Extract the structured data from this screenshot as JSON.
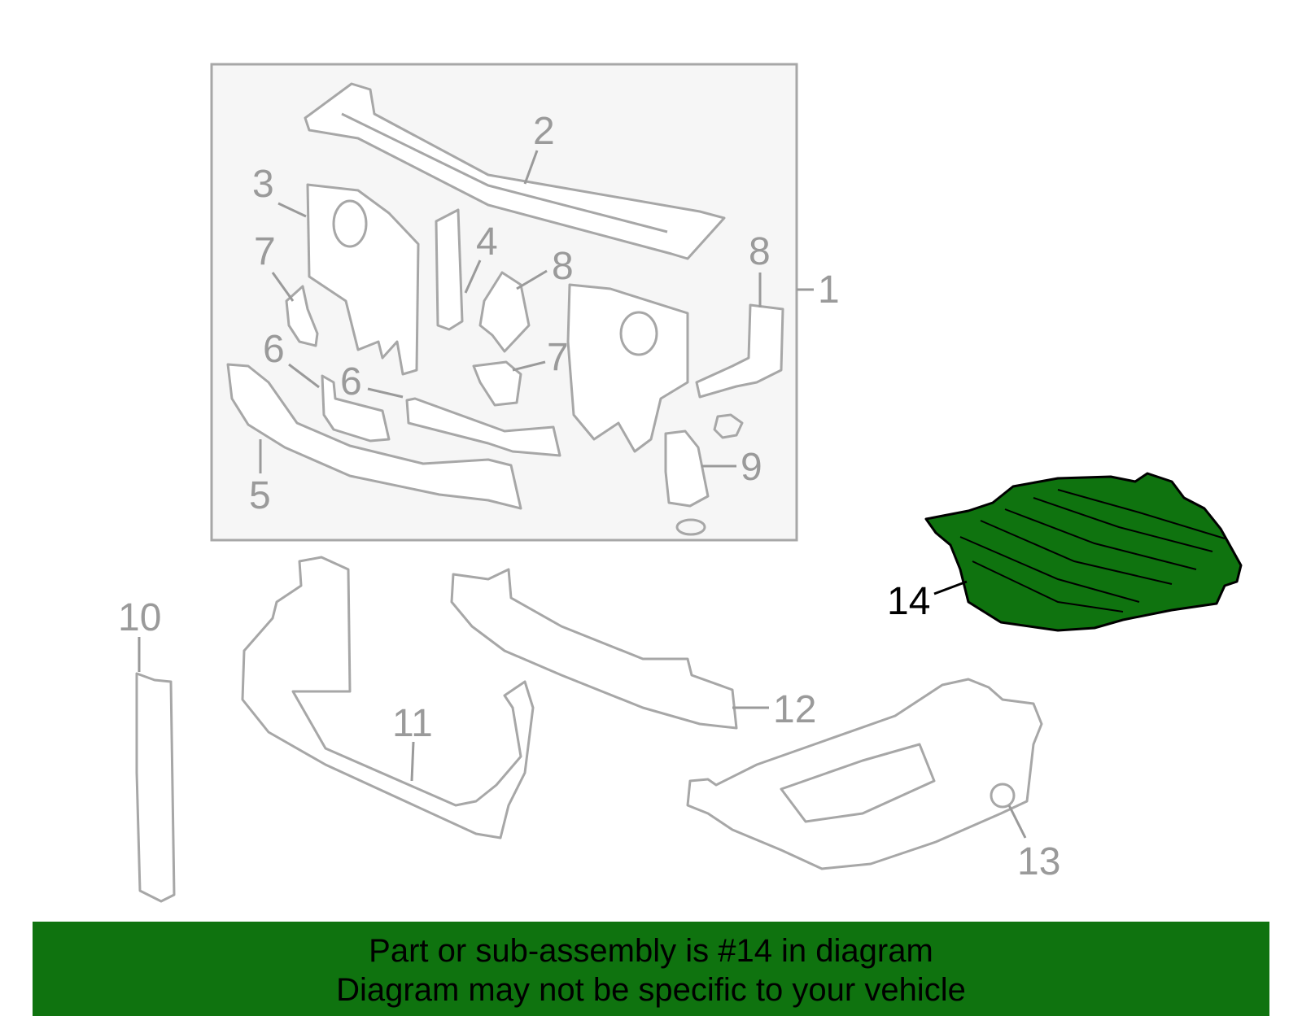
{
  "diagram": {
    "callouts": {
      "c1": "1",
      "c2": "2",
      "c3": "3",
      "c4": "4",
      "c5": "5",
      "c6a": "6",
      "c6b": "6",
      "c7a": "7",
      "c7b": "7",
      "c8a": "8",
      "c8b": "8",
      "c9": "9",
      "c10": "10",
      "c11": "11",
      "c12": "12",
      "c13": "13",
      "c14": "14"
    },
    "highlight_part": "14",
    "colors": {
      "highlight_fill": "#0f730f",
      "part_stroke": "#a7a7a7",
      "callout_text": "#9a9a9a",
      "group_box_bg": "#f6f6f6"
    }
  },
  "banner": {
    "line1": "Part or sub-assembly is #14 in diagram",
    "line2": "Diagram may not be specific to your vehicle",
    "background": "#0f730f"
  }
}
